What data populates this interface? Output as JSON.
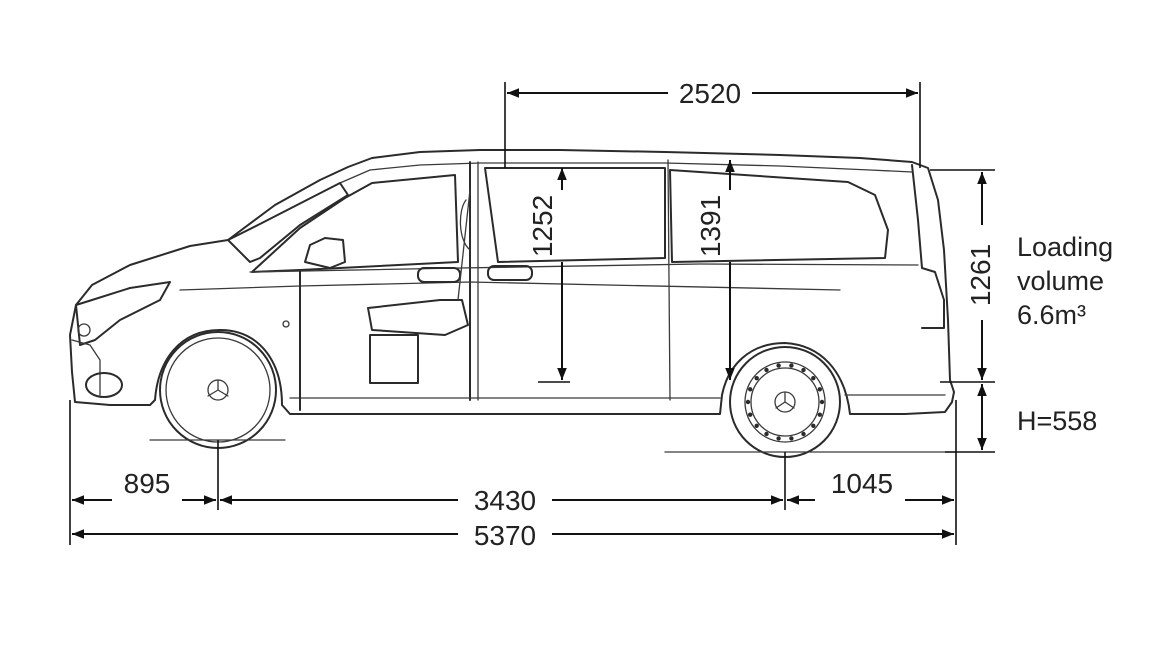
{
  "diagram": {
    "dimensions": {
      "wheelbase_label": "3430",
      "overall_length_label": "5370",
      "front_overhang_label": "895",
      "rear_overhang_label": "1045",
      "load_length_label": "2520",
      "door_height_label": "1252",
      "interior_height_label": "1391",
      "load_height_label": "1261"
    },
    "side_notes": {
      "loading_line1": "Loading",
      "loading_line2": "volume",
      "loading_line3": "6.6m³",
      "floor_height": "H=558"
    },
    "colors": {
      "line": "#2b2b2b",
      "background": "#ffffff"
    }
  }
}
